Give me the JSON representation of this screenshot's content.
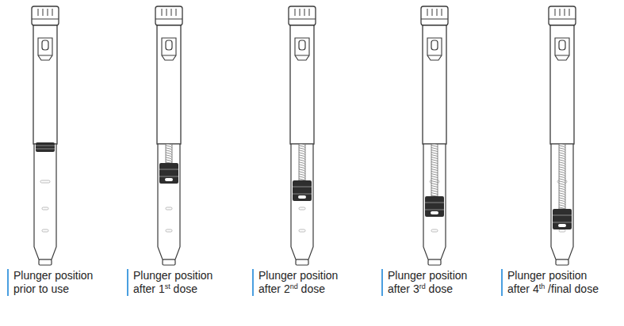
{
  "diagram": {
    "labels": [
      "Plunger position prior to use",
      "Plunger position after 1st dose",
      "Plunger position after 2nd dose",
      "Plunger position after 3rd dose",
      "Plunger position after 4th /final dose"
    ]
  }
}
